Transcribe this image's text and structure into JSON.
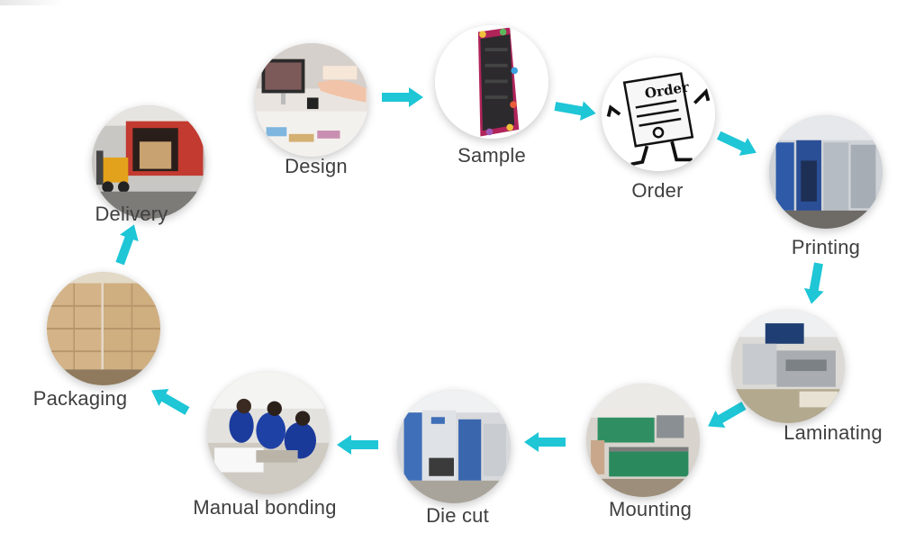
{
  "steps": [
    {
      "id": "design",
      "label": "Design"
    },
    {
      "id": "sample",
      "label": "Sample"
    },
    {
      "id": "order",
      "label": "Order",
      "sign_text": "Order"
    },
    {
      "id": "printing",
      "label": "Printing"
    },
    {
      "id": "laminating",
      "label": "Laminating"
    },
    {
      "id": "mounting",
      "label": "Mounting"
    },
    {
      "id": "die-cut",
      "label": "Die cut"
    },
    {
      "id": "manual-bonding",
      "label": "Manual bonding"
    },
    {
      "id": "packaging",
      "label": "Packaging"
    },
    {
      "id": "delivery",
      "label": "Delivery"
    }
  ],
  "colors": {
    "arrow": "#1ec6d6",
    "label": "#3f3f3f",
    "background": "#ffffff"
  },
  "icons": {
    "arrow": "right-arrow-icon"
  }
}
